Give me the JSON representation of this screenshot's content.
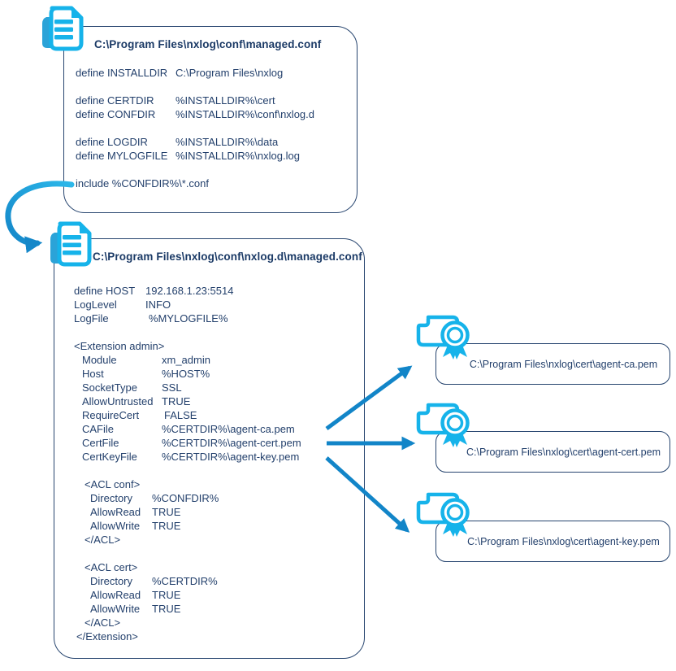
{
  "diagram_title": "NXLog managed configuration layout",
  "colors": {
    "icon_cyan": "#16b3ea",
    "icon_shadow": "#2ba3d8",
    "arrow_blue": "#1285c8",
    "curve_arrow_start": "#2cb7e9",
    "curve_arrow_end": "#1487c9",
    "ink_navy": "#223f6b",
    "border_navy": "#27456f",
    "background": "#ffffff"
  },
  "icons": {
    "document": "document-icon",
    "certificate": "certificate-icon",
    "include_arrow": "curved-include-arrow-icon"
  },
  "top_box": {
    "title": "C:\\Program Files\\nxlog\\conf\\managed.conf",
    "lines": [
      {
        "k": "define INSTALLDIR",
        "v": "C:\\Program Files\\nxlog",
        "kw": 123
      },
      {},
      {
        "k": "define CERTDIR",
        "v": "%INSTALLDIR%\\cert",
        "kw": 123
      },
      {
        "k": "define CONFDIR",
        "v": "%INSTALLDIR%\\conf\\nxlog.d",
        "kw": 123
      },
      {},
      {
        "k": "define LOGDIR",
        "v": "%INSTALLDIR%\\data",
        "kw": 123
      },
      {
        "k": "define MYLOGFILE",
        "v": "%INSTALLDIR%\\nxlog.log",
        "kw": 123
      },
      {},
      {
        "k": "include %CONFDIR%\\*.conf"
      }
    ]
  },
  "bottom_box": {
    "title": "C:\\Program Files\\nxlog\\conf\\nxlog.d\\managed.conf",
    "lines": [
      {
        "k": "define HOST",
        "v": "192.168.1.23:5514",
        "kw": 88
      },
      {
        "k": "LogLevel",
        "v": "INFO",
        "kw": 88
      },
      {
        "k": "LogFile",
        "v": "%MYLOGFILE%",
        "kw": 92
      },
      {},
      {
        "k": "<Extension admin>"
      },
      {
        "i": 10,
        "k": "Module",
        "v": "xm_admin",
        "kw": 108
      },
      {
        "i": 10,
        "k": "Host",
        "v": "%HOST%",
        "kw": 108
      },
      {
        "i": 10,
        "k": "SocketType",
        "v": "SSL",
        "kw": 108
      },
      {
        "i": 10,
        "k": "AllowUntrusted",
        "v": "TRUE",
        "kw": 108
      },
      {
        "i": 10,
        "k": "RequireCert",
        "v": "FALSE",
        "kw": 111
      },
      {
        "i": 10,
        "k": "CAFile",
        "v": "%CERTDIR%\\agent-ca.pem",
        "kw": 108
      },
      {
        "i": 10,
        "k": "CertFile",
        "v": "%CERTDIR%\\agent-cert.pem",
        "kw": 108
      },
      {
        "i": 10,
        "k": "CertKeyFile",
        "v": "%CERTDIR%\\agent-key.pem",
        "kw": 108
      },
      {},
      {
        "i": 13,
        "k": "<ACL conf>"
      },
      {
        "i": 20,
        "k": "Directory",
        "v": "%CONFDIR%",
        "kw": 96
      },
      {
        "i": 20,
        "k": "AllowRead",
        "v": "TRUE",
        "kw": 96
      },
      {
        "i": 20,
        "k": "AllowWrite",
        "v": "TRUE",
        "kw": 96
      },
      {
        "i": 13,
        "k": "</ACL>"
      },
      {},
      {
        "i": 13,
        "k": "<ACL cert>"
      },
      {
        "i": 20,
        "k": "Directory",
        "v": "%CERTDIR%",
        "kw": 96
      },
      {
        "i": 20,
        "k": "AllowRead",
        "v": "TRUE",
        "kw": 96
      },
      {
        "i": 20,
        "k": "AllowWrite",
        "v": "TRUE",
        "kw": 96
      },
      {
        "i": 13,
        "k": "</ACL>"
      },
      {
        "i": 3,
        "k": "</Extension>"
      }
    ]
  },
  "cert_boxes": [
    {
      "path": "C:\\Program Files\\nxlog\\cert\\agent-ca.pem"
    },
    {
      "path": "C:\\Program Files\\nxlog\\cert\\agent-cert.pem"
    },
    {
      "path": "C:\\Program Files\\nxlog\\cert\\agent-key.pem"
    }
  ],
  "relations": [
    {
      "from": "include %CONFDIR%\\*.conf",
      "to": "C:\\Program Files\\nxlog\\conf\\nxlog.d\\managed.conf"
    },
    {
      "from": "CAFile",
      "to": "agent-ca.pem"
    },
    {
      "from": "CertFile",
      "to": "agent-cert.pem"
    },
    {
      "from": "CertKeyFile",
      "to": "agent-key.pem"
    }
  ]
}
